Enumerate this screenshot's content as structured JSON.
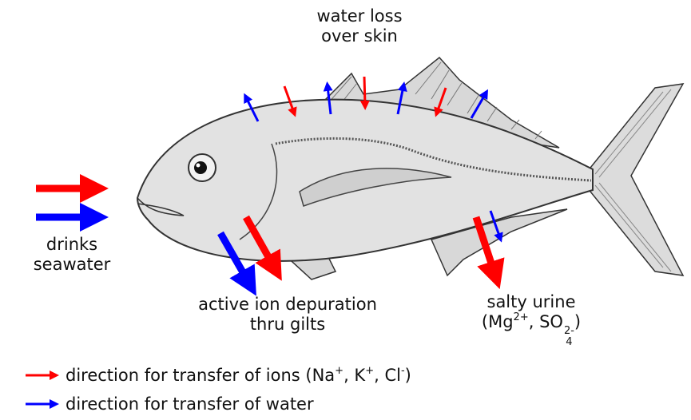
{
  "colors": {
    "ions": "#ff0000",
    "water": "#0000ff",
    "fish_body": "#e2e2e2",
    "fish_outline": "#333333"
  },
  "labels": {
    "water_loss_line1": "water loss",
    "water_loss_line2": "over skin",
    "drinks_line1": "drinks",
    "drinks_line2": "seawater",
    "depuration_line1": "active ion depuration",
    "depuration_line2": "thru gilts",
    "urine_line1": "salty urine",
    "urine_open": "(Mg",
    "urine_mg_charge": "2+",
    "urine_sep": ", SO",
    "urine_so4_sub": "4",
    "urine_so4_charge": "2-",
    "urine_close": ")"
  },
  "legend": {
    "ions_text": "direction for transfer of ions (Na",
    "ions_na_charge": "+",
    "ions_sep1": ", K",
    "ions_k_charge": "+",
    "ions_sep2": ", Cl",
    "ions_cl_charge": "-",
    "ions_close": ")",
    "water_text": "direction for transfer of water"
  }
}
